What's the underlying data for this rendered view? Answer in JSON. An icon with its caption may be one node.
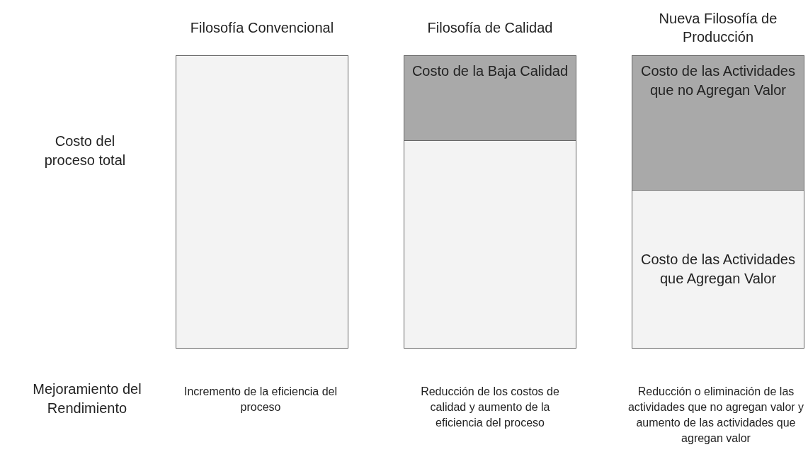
{
  "diagram": {
    "nodes": [
      {
        "text": [
          "Filosofía Convencional"
        ]
      },
      {
        "text": [
          "Filosofía de Calidad"
        ]
      },
      {
        "text": [
          "Costo de la Baja Calidad"
        ],
        "in": 1
      },
      {
        "text": [
          "Nueva Filosofía de Producción"
        ]
      },
      {
        "text": [
          "Costo de las Actividades que no Agregan Valor"
        ],
        "in": 3
      },
      {
        "text": [
          "Costo de las Actividades que Agregan Valor"
        ],
        "in": 3
      }
    ],
    "edges": [],
    "labels": [
      "Costo del proceso total",
      "Mejoramiento del Rendimiento",
      "Incremento de la eficiencia del proceso",
      "Reducción de los costos de calidad y aumento de la eficiencia del proceso",
      "Reducción o eliminación de las actividades que no agregan valor y aumento de las actividades que agregan valor"
    ]
  }
}
